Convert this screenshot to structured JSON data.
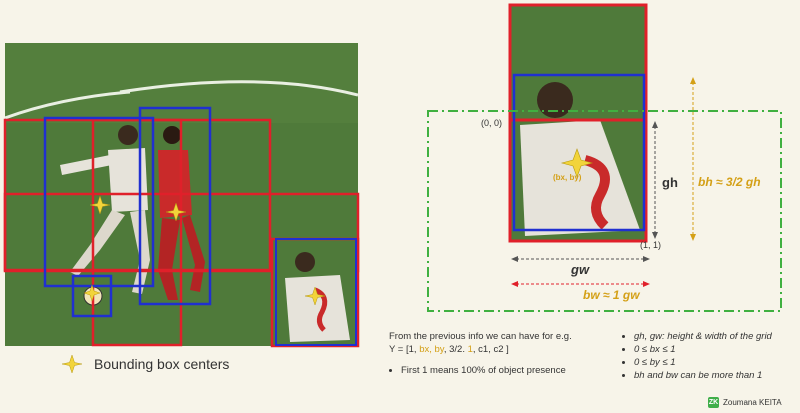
{
  "legend": {
    "label": "Bounding box centers"
  },
  "grid_annotations": {
    "origin_label": "(0, 0)",
    "end_label": "(1, 1)",
    "gh_label": "gh",
    "gw_label": "gw",
    "bh_label": "bh ≈ 3/2 gh",
    "bw_label": "bw ≈ 1 gw",
    "bx_label": "(bx, by)"
  },
  "info": {
    "intro_line1": "From the previous info we can have for e.g.",
    "y_prefix": "Y = [1, ",
    "y_highlight1": "bx, by",
    "y_middle": ", 3/2. ",
    "y_highlight2": "1",
    "y_suffix": ", c1, c2 ]",
    "bullet_presence": "First 1 means 100% of object presence"
  },
  "notes": [
    "gh, gw: height & width of the grid",
    "0 ≤ bx ≤ 1",
    "0 ≤ by ≤ 1",
    "bh and bw can be more than 1"
  ],
  "author": {
    "logo": "ZK",
    "name": "Zoumana KEITA"
  },
  "colors": {
    "grid_red": "#e0202a",
    "box_blue": "#2030d0",
    "grid_green": "#40b040",
    "field_green": "#4f7a3a",
    "star_yellow": "#f2d43a",
    "accent_orange": "#d4a017"
  }
}
